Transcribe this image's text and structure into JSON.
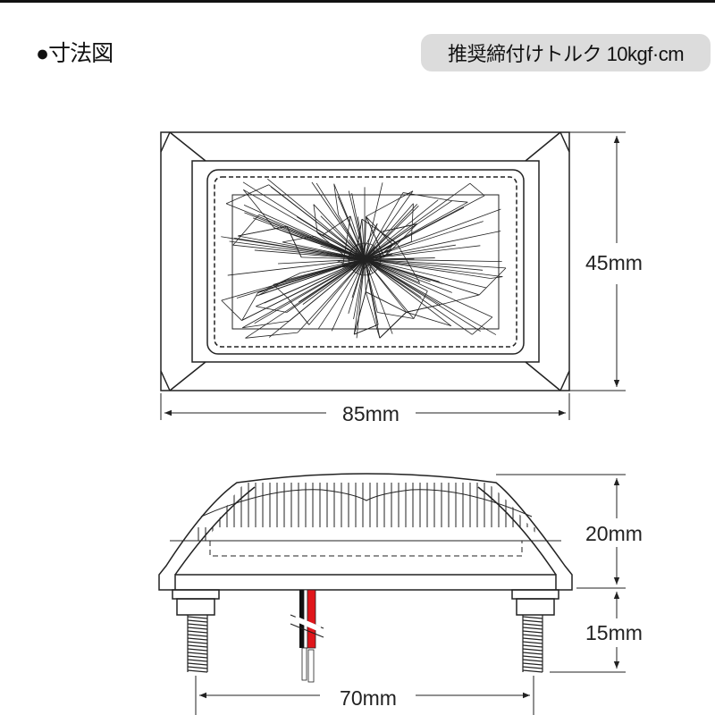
{
  "header": {
    "title": "●寸法図",
    "torque_label": "推奨締付けトルク 10kgf·cm"
  },
  "dimensions": {
    "height_top": "45mm",
    "width_top": "85mm",
    "body_height": "20mm",
    "bolt_length": "15mm",
    "bolt_pitch": "70mm"
  },
  "colors": {
    "line": "#222222",
    "wire_red": "#e0161b",
    "badge_bg": "#dcdcdc"
  }
}
